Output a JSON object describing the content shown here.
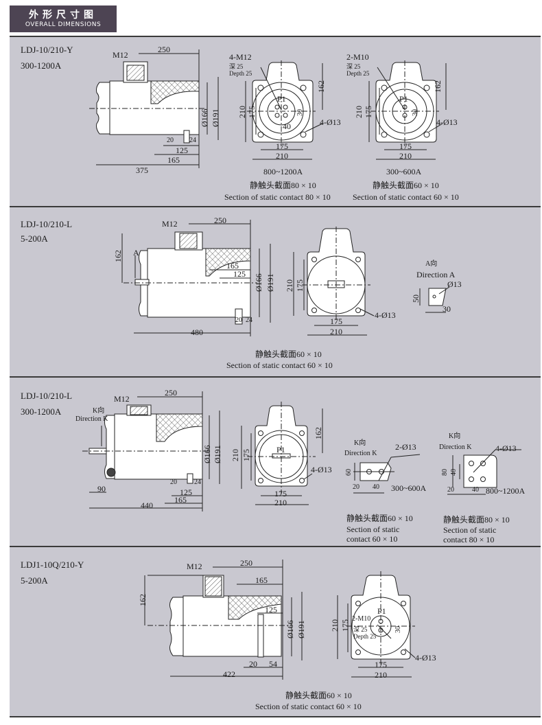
{
  "header": {
    "title_cn": "外形尺寸图",
    "title_en": "OVERALL DIMENSIONS"
  },
  "sections": [
    {
      "model": "LDJ-10/210-Y",
      "current": "300-1200A",
      "side": {
        "m12": "M12",
        "d250": "250",
        "d166": "Ø166",
        "d191": "Ø191",
        "d20": "20",
        "d24": "24",
        "d125": "125",
        "d165": "165",
        "d375": "375"
      },
      "front_a": {
        "thread": "4-M12",
        "depth_cn": "深 25",
        "depth_en": "Depth 25",
        "d210": "210",
        "d175": "175",
        "d162": "162",
        "p1": "P1",
        "d30": "30",
        "d40": "40",
        "holes": "4-Ø13",
        "w175": "175",
        "w210": "210",
        "rating": "800~1200A",
        "caption_cn": "静触头截面80 × 10",
        "caption_en": "Section of static contact 80 × 10"
      },
      "front_b": {
        "thread": "2-M10",
        "depth_cn": "深 25",
        "depth_en": "Depth 25",
        "d210": "210",
        "d175": "175",
        "d162": "162",
        "p1": "P1",
        "d30": "30",
        "holes": "4-Ø13",
        "w175": "175",
        "w210": "210",
        "rating": "300~600A",
        "caption_cn": "静触头截面60 × 10",
        "caption_en": "Section of static contact 60 × 10"
      }
    },
    {
      "model": "LDJ-10/210-L",
      "current": "5-200A",
      "side": {
        "m12": "M12",
        "d250": "250",
        "d162": "162",
        "a": "A",
        "d165": "165",
        "d125": "125",
        "d166": "Ø166",
        "d191": "Ø191",
        "d20": "20",
        "d24": "24",
        "d480": "480"
      },
      "front": {
        "d210": "210",
        "d175": "175",
        "w175": "175",
        "w210": "210",
        "holes": "4-Ø13"
      },
      "dir": {
        "title_cn": "A向",
        "title_en": "Direction A",
        "hole": "Ø13",
        "d50": "50",
        "d30": "30"
      },
      "caption_cn": "静触头截面60 × 10",
      "caption_en": "Section of static contact  60 × 10"
    },
    {
      "model": "LDJ-10/210-L",
      "current": "300-1200A",
      "side": {
        "m12": "M12",
        "d250": "250",
        "k_cn": "K向",
        "k_en": "Direction  K",
        "d166": "Ø166",
        "d191": "Ø191",
        "d90": "90",
        "d20": "20",
        "d24": "24",
        "d125": "125",
        "d165": "165",
        "d440": "440"
      },
      "front": {
        "d162": "162",
        "d210": "210",
        "d175": "175",
        "p1": "P1",
        "holes": "4-Ø13",
        "w175": "175",
        "w210": "210"
      },
      "k_a": {
        "title_cn": "K向",
        "title_en": "Direction  K",
        "holes": "2-Ø13",
        "d60": "60",
        "d20": "20",
        "d40": "40",
        "rating": "300~600A",
        "caption_cn": "静触头截面60 × 10",
        "caption_en1": "Section  of  static",
        "caption_en2": "contact  60 × 10"
      },
      "k_b": {
        "title_cn": "K向",
        "title_en": "Direction  K",
        "holes": "4-Ø13",
        "d80": "80",
        "d40v": "40",
        "d20": "20",
        "d40": "40",
        "rating": "800~1200A",
        "caption_cn": "静触头截面80 × 10",
        "caption_en1": "Section  of  static",
        "caption_en2": "contact  80 × 10"
      }
    },
    {
      "model": "LDJ1-10Q/210-Y",
      "current": "5-200A",
      "side": {
        "m12": "M12",
        "d250": "250",
        "d165": "165",
        "d162": "162",
        "d125": "125",
        "d166": "Ø166",
        "d191": "Ø191",
        "d20": "20",
        "d54": "54",
        "d422": "422"
      },
      "front": {
        "p1": "P1",
        "thread": "2-M10",
        "depth_cn": "深 25",
        "depth_en": "Depth 25",
        "d210": "210",
        "d175": "175",
        "d30": "30",
        "holes": "4-Ø13",
        "w175": "175",
        "w210": "210"
      },
      "caption_cn": "静触头截面60 × 10",
      "caption_en": "Section of static contact  60 × 10"
    }
  ]
}
